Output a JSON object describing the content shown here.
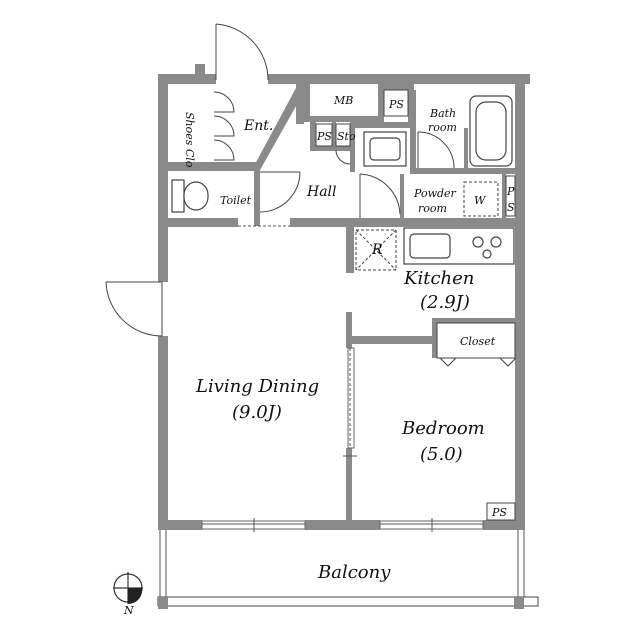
{
  "rooms": {
    "shoes_closet": "Shoes Clo",
    "entrance": "Ent.",
    "meter_box": "MB",
    "pipe_space_top": "PS",
    "bath": [
      "Bath",
      "room"
    ],
    "pipe_space_hall": "PS",
    "storage": "Sto",
    "toilet": "Toilet",
    "hall": "Hall",
    "powder": [
      "Powder",
      "room"
    ],
    "washer": "W",
    "pipe_space_side": [
      "P",
      "S"
    ],
    "refrigerator": "R",
    "kitchen": {
      "name": "Kitchen",
      "size": "(2.9J)"
    },
    "closet": "Closet",
    "living": {
      "name": "Living Dining",
      "size": "(9.0J)"
    },
    "bedroom": {
      "name": "Bedroom",
      "size": "(5.0)"
    },
    "pipe_space_bed": "PS",
    "balcony": "Balcony"
  },
  "compass": {
    "label": "N"
  }
}
